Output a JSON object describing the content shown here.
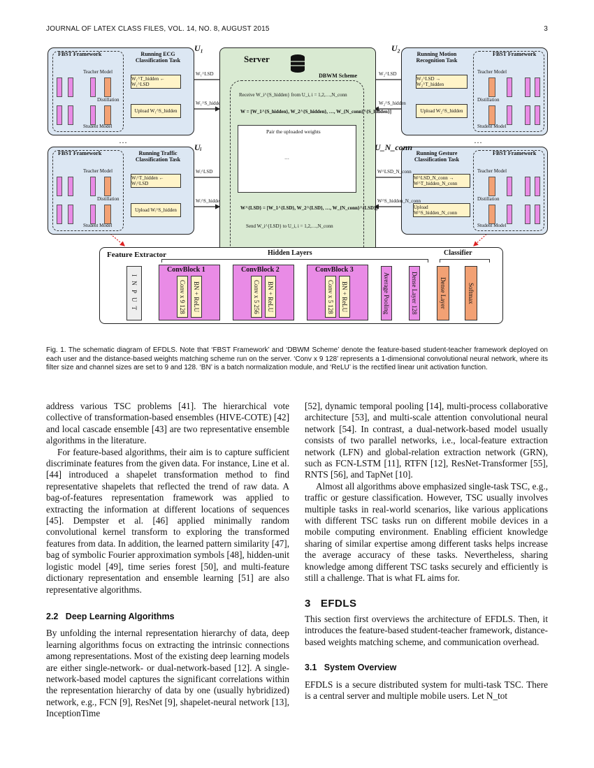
{
  "header": {
    "journal": "JOURNAL OF LATEX CLASS FILES, VOL. 14, NO. 8, AUGUST 2015",
    "page": "3"
  },
  "figure": {
    "server_title": "Server",
    "dbwm_title": "DBWM Scheme",
    "receive": "Receive W_i^{S_hidden} from U_i, i = 1,2,…,N_conn",
    "wset": "W = [W_1^{S_hidden}, W_2^{S_hidden}, …, W_{N_conn}^{S_hidden}]",
    "pair_title": "Pair the uploaded weights",
    "lsd_set": "W^{LSD} = [W_1^{LSD}, W_2^{LSD}, …, W_{N_conn}^{LSD}]",
    "send": "Send W_i^{LSD} to U_i, i = 1,2,…,N_conn",
    "users": [
      {
        "id": "U1",
        "label": "U₁",
        "task": "Running ECG Classification Task",
        "assign": "W₁^T_hidden ← W₁^LSD",
        "upload": "Upload W₁^S_hidden",
        "in": "W₁^LSD",
        "out": "W₁^S_hidden"
      },
      {
        "id": "U2",
        "label": "U₂",
        "task": "Running Motion Recognition Task",
        "assign": "W₂^LSD → W₂^T_hidden",
        "upload": "Upload W₂^S_hidden",
        "in": "W₂^LSD",
        "out": "W₂^S_hidden"
      },
      {
        "id": "Ui",
        "label": "Uᵢ",
        "task": "Running Traffic Classification Task",
        "assign": "Wᵢ^T_hidden ← Wᵢ^LSD",
        "upload": "Upload Wᵢ^S_hidden",
        "in": "Wᵢ^LSD",
        "out": "Wᵢ^S_hidden"
      },
      {
        "id": "Uconn",
        "label": "U_N_conn",
        "task": "Running Gesture Classification Task",
        "assign": "W^LSD_N_conn → W^T_hidden_N_conn",
        "upload": "Upload W^S_hidden_N_conn",
        "in": "W^LSD_N_conn",
        "out": "W^S_hidden_N_conn"
      }
    ],
    "fbst": "FBST Framework",
    "teacher": "Teacher Model",
    "student": "Student Model",
    "distill": "Distillation",
    "dots": "…",
    "fe_title": "Feature Extractor",
    "hidden_layers": "Hidden Layers",
    "classifier": "Classifier",
    "input": "I N P U T",
    "blocks": [
      {
        "title": "ConvBlock 1",
        "conv": "Conv x 9 128",
        "bn": "BN + ReLU"
      },
      {
        "title": "ConvBlock 2",
        "conv": "Conv x 5 256",
        "bn": "BN + ReLU"
      },
      {
        "title": "ConvBlock 3",
        "conv": "Conv x 5 128",
        "bn": "BN + ReLU"
      }
    ],
    "avgpool": "Average Pooling",
    "dense128": "Dense Layer 128",
    "dense": "Dense Layer",
    "softmax": "Softmax"
  },
  "caption": "Fig. 1. The schematic diagram of EFDLS. Note that ‘FBST Framework’ and ‘DBWM Scheme’ denote the feature-based student-teacher framework deployed on each user and the distance-based weights matching scheme run on the server. ‘Conv x 9 128’ represents a 1-dimensional convolutional neural network, where its filter size and channel sizes are set to 9 and 128. ‘BN’ is a batch normalization module, and ‘ReLU’ is the rectified linear unit activation function.",
  "left_col": {
    "p1": "address various TSC problems [41]. The hierarchical vote collective of transformation-based ensembles (HIVE-COTE) [42] and local cascade ensemble [43] are two representative ensemble algorithms in the literature.",
    "p2": "For feature-based algorithms, their aim is to capture sufficient discriminate features from the given data. For instance, Line et al. [44] introduced a shapelet transformation method to find representative shapelets that reflected the trend of raw data. A bag-of-features representation framework was applied to extracting the information at different locations of sequences [45]. Dempster et al. [46] applied minimally random convolutional kernel transform to exploring the transformed features from data. In addition, the learned pattern similarity [47], bag of symbolic Fourier approximation symbols [48], hidden-unit logistic model [49], time series forest [50], and multi-feature dictionary representation and ensemble learning [51] are also representative algorithms.",
    "sec22": "2.2   Deep Learning Algorithms",
    "p3": "By unfolding the internal representation hierarchy of data, deep learning algorithms focus on extracting the intrinsic connections among representations. Most of the existing deep learning models are either single-network- or dual-network-based [12]. A single-network-based model captures the significant correlations within the representation hierarchy of data by one (usually hybridized) network, e.g., FCN [9], ResNet [9], shapelet-neural network [13], InceptionTime"
  },
  "right_col": {
    "p1": "[52], dynamic temporal pooling [14], multi-process collaborative architecture [53], and multi-scale attention convolutional neural network [54]. In contrast, a dual-network-based model usually consists of two parallel networks, i.e., local-feature extraction network (LFN) and global-relation extraction network (GRN), such as FCN-LSTM [11], RTFN [12], ResNet-Transformer [55], RNTS [56], and TapNet [10].",
    "p2": "Almost all algorithms above emphasized single-task TSC, e.g., traffic or gesture classification. However, TSC usually involves multiple tasks in real-world scenarios, like various applications with different TSC tasks run on different mobile devices in a mobile computing environment. Enabling efficient knowledge sharing of similar expertise among different tasks helps increase the average accuracy of these tasks. Nevertheless, sharing knowledge among different TSC tasks securely and efficiently is still a challenge. That is what FL aims for.",
    "sec3": "3   EFDLS",
    "p3": "This section first overviews the architecture of EFDLS. Then, it introduces the feature-based student-teacher framework, distance-based weights matching scheme, and communication overhead.",
    "sec31": "3.1   System Overview",
    "p4": "EFDLS is a secure distributed system for multi-task TSC. There is a central server and multiple mobile users. Let N_tot"
  }
}
